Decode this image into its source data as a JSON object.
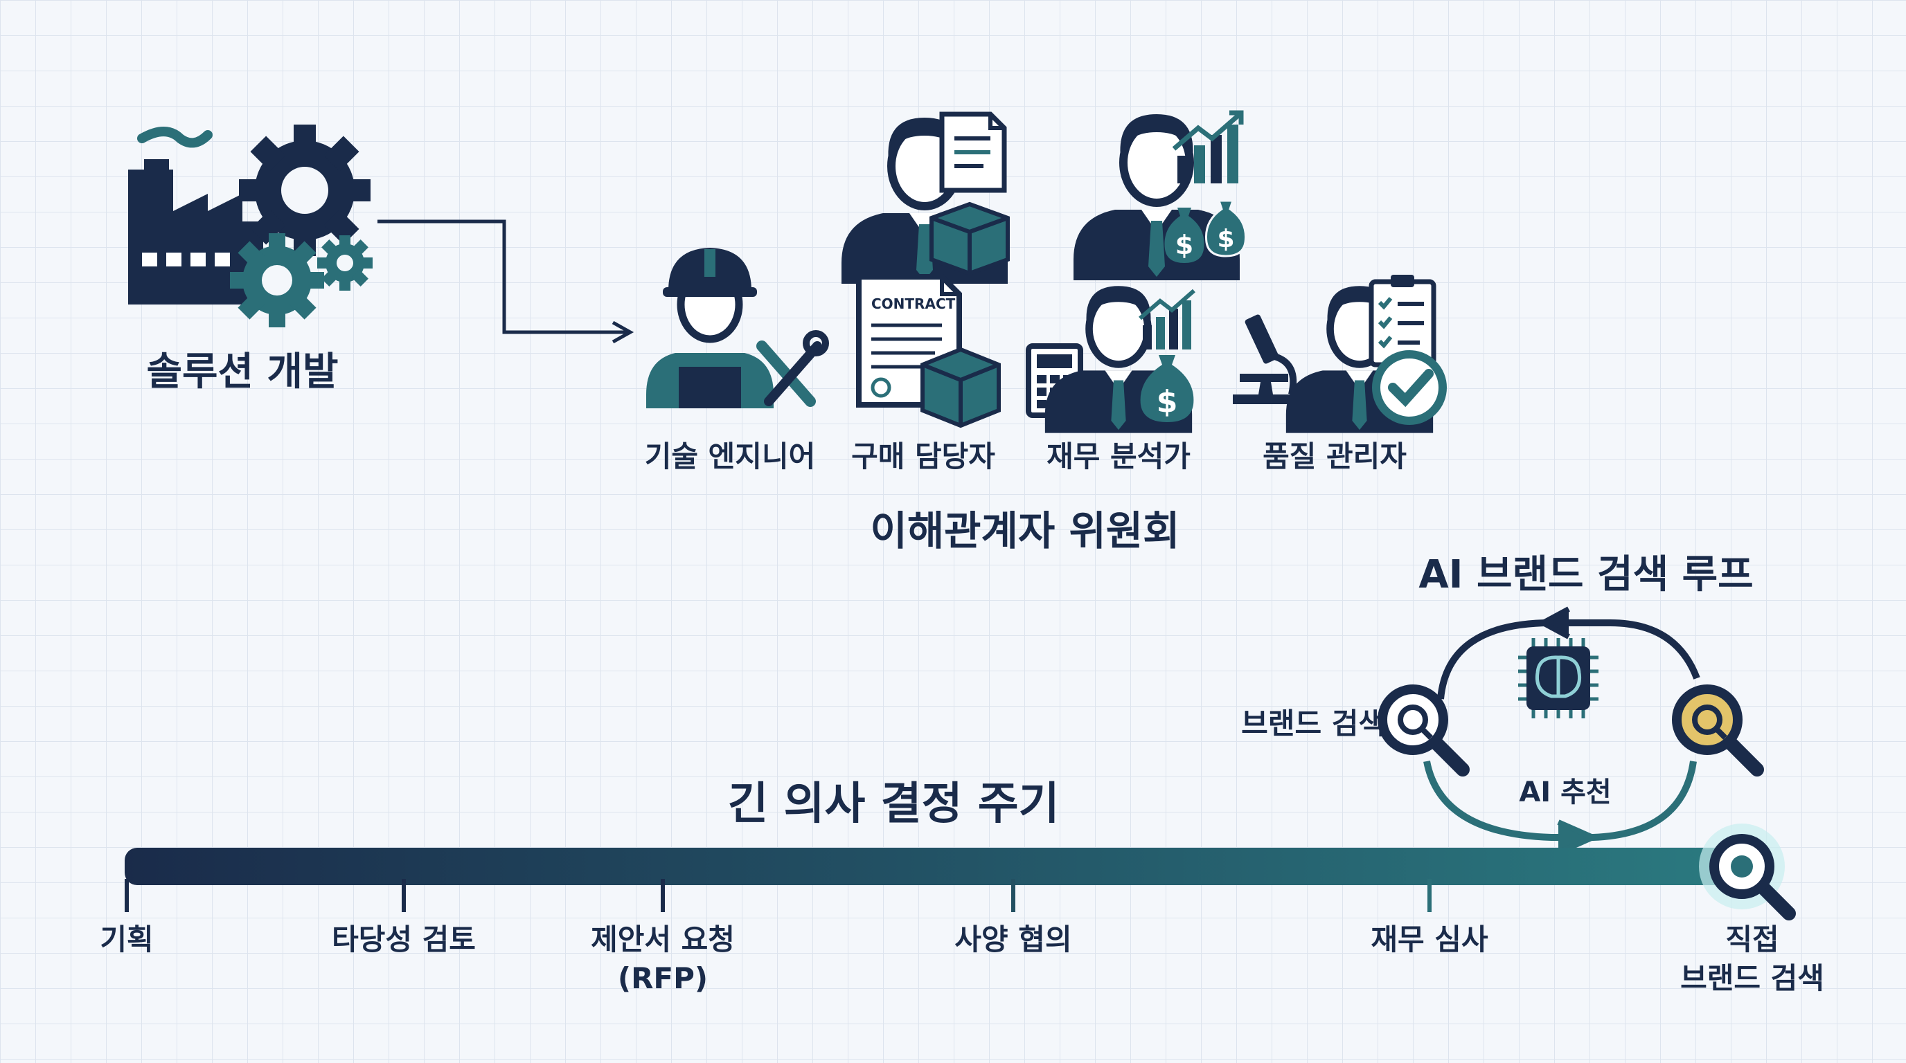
{
  "solution": {
    "label": "솔루션 개발"
  },
  "committee": {
    "title": "이해관계자 위원회",
    "roles": [
      {
        "label": "기술 엔지니어"
      },
      {
        "label": "구매 담당자"
      },
      {
        "label": "재무 분석가"
      },
      {
        "label": "품질 관리자"
      }
    ],
    "contract_text": "CONTRACT"
  },
  "ai_loop": {
    "title": "AI 브랜드 검색 루프",
    "brand_search_label": "브랜드 검색",
    "ai_recommend_label": "AI 추천"
  },
  "timeline": {
    "title": "긴 의사 결정 주기",
    "stages": [
      {
        "label": "기획"
      },
      {
        "label": "타당성 검토"
      },
      {
        "label": "제안서 요청",
        "label2": "(RFP)"
      },
      {
        "label": "사양 협의"
      },
      {
        "label": "재무 심사"
      },
      {
        "label": "직접",
        "label2": "브랜드 검색"
      }
    ]
  },
  "colors": {
    "navy": "#1a2b4a",
    "teal": "#2b6f78",
    "gold": "#e3c46a"
  }
}
